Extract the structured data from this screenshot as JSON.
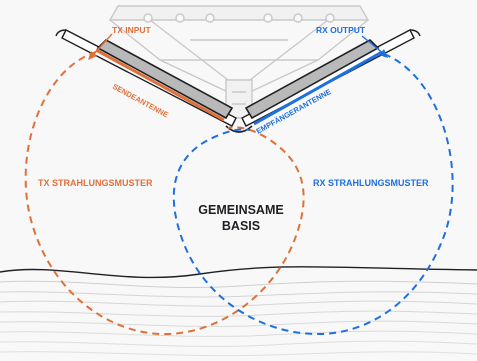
{
  "labels": {
    "tx_input": "TX INPUT",
    "rx_output": "RX OUTPUT",
    "tx_antenna": "SENDEANTENNE",
    "rx_antenna": "EMPFÄNGERANTENNE",
    "tx_pattern": "TX STRAHLUNGSMUSTER",
    "rx_pattern": "RX STRAHLUNGSMUSTER",
    "common_base_line1": "GEMEINSAME",
    "common_base_line2": "BASIS"
  },
  "colors": {
    "tx": "#e0703a",
    "rx": "#1e6fe0",
    "structure": "#c9c9c9",
    "outline": "#1f2024",
    "background": "#f8f8f8"
  }
}
